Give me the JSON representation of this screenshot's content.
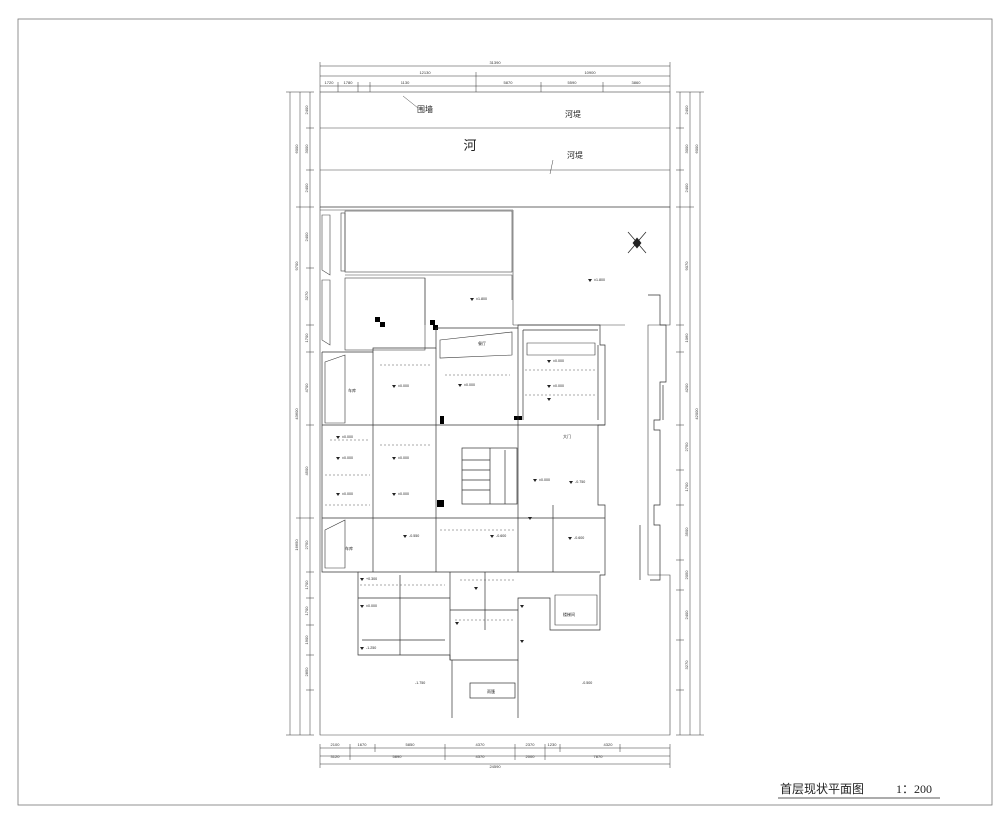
{
  "drawing": {
    "title": "首层现状平面图",
    "scale": "1：200",
    "river_label": "河",
    "wall_label": "围墙",
    "dike_label": "河堤",
    "dike_label_2": "河堤"
  },
  "dimensions": {
    "top_total": "31390",
    "top_row": [
      "1720",
      "1780",
      "1130",
      "5870",
      "5590",
      "3860"
    ],
    "top_mid": [
      "12130",
      "10900"
    ],
    "bottom_row": [
      "2100",
      "1670",
      "5850",
      "4370",
      "2370",
      "1230",
      "4320"
    ],
    "bottom_sub": [
      "3120",
      "5890",
      "4370",
      "2000",
      "7870"
    ],
    "bottom_total": "24590",
    "left_col": [
      "2400",
      "3000",
      "2400",
      "2400",
      "3270",
      "1700",
      "4700",
      "4500",
      "2750",
      "1700",
      "1700",
      "1900",
      "2850"
    ],
    "left_totals": [
      "6000",
      "9700",
      "43600",
      "16650"
    ],
    "right_col": [
      "2400",
      "3000",
      "2400",
      "9070",
      "1060",
      "4200",
      "2750",
      "1700",
      "3500",
      "2050",
      "2400",
      "3270"
    ],
    "right_totals": [
      "6000",
      "42000"
    ]
  },
  "levels": {
    "upper_yard": "±1.800",
    "right_yard": "±1.800",
    "front_yard_left": "-1.750",
    "front_yard_right": "-0.500",
    "room_levels": [
      "±0.000",
      "±0.000",
      "±0.000",
      "±0.000",
      "±0.000",
      "±0.000",
      "±0.000",
      "±0.000",
      "±0.000",
      "±0.000",
      "-0.750",
      "-0.550",
      "-0.600",
      "-0.600",
      "+0.300",
      "±0.000",
      "-1.250"
    ]
  },
  "room_labels": {
    "porch": "雨篷",
    "left_upper": "车库",
    "left_lower": "车库",
    "dining": "餐厅",
    "gate": "大门",
    "stair_note": "楼梯间"
  }
}
